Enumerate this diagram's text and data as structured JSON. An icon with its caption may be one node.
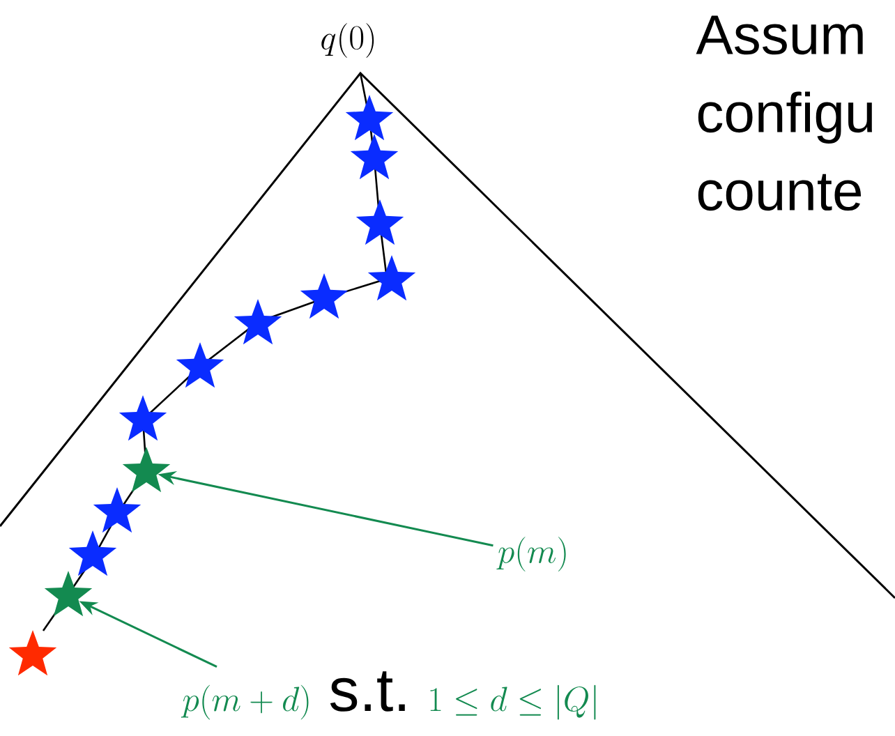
{
  "diagram": {
    "nodes": [
      {
        "text": [
          "p(m)"
        ]
      },
      {
        "text": [],
        "shape": "star"
      },
      {
        "text": [
          "p(m+d)",
          "s.t.",
          "1 \\leq d \\leq |Q|"
        ]
      },
      {
        "text": [],
        "shape": "star"
      }
    ],
    "edges": [
      {
        "from": 0,
        "to": 1,
        "arrow": "to",
        "color": "#138a50"
      },
      {
        "from": 2,
        "to": 3,
        "arrow": "to",
        "color": "#138a50"
      }
    ],
    "labels": [
      "q(0)",
      "Assum configu counte"
    ]
  }
}
